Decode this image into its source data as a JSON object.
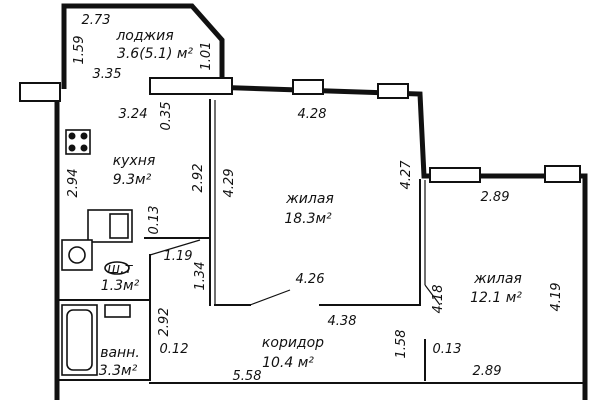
{
  "rooms": {
    "loggia": {
      "name": "лоджия",
      "area": "3.6(5.1) м²"
    },
    "kitchen": {
      "name": "кухня",
      "area": "9.3м²"
    },
    "living_big": {
      "name": "жилая",
      "area": "18.3м²"
    },
    "living_small": {
      "name": "жилая",
      "area": "12.1 м²"
    },
    "wc": {
      "name": "ш.т",
      "area": "1.3м²"
    },
    "corridor": {
      "name": "коридор",
      "area": "10.4 м²"
    },
    "bath": {
      "name": "ванн.",
      "area": "3.3м²"
    }
  },
  "dimensions": {
    "loggia_top": "2.73",
    "loggia_left": "1.59",
    "loggia_right": "1.01",
    "loggia_bottom": "3.35",
    "kitchen_top": "3.24",
    "kitchen_door": "0.35",
    "kitchen_left": "2.94",
    "kitchen_right": "2.92",
    "kitchen_small": "0.13",
    "wc_side": "1.19",
    "wc_side2": "1.34",
    "bath_side": "2.92",
    "bath_small": "0.12",
    "big_top": "4.28",
    "big_left": "4.29",
    "big_right": "4.27",
    "big_bottom": "4.26",
    "corridor_top": "4.38",
    "corridor_bottom": "5.58",
    "corridor_right": "1.58",
    "small_top": "2.89",
    "small_left": "4.18",
    "small_right": "4.19",
    "small_small": "0.13",
    "small_bottom": "2.89"
  }
}
